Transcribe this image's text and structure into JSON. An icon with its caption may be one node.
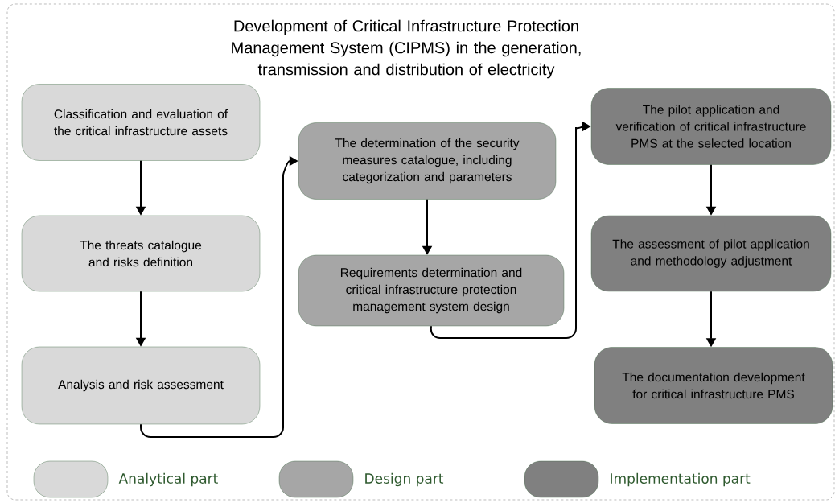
{
  "diagram": {
    "title": "Development of Critical Infrastructure Protection Management System (CIPMS) in the generation, transmission and distribution of electricity",
    "nodes": [
      {
        "text": [
          "Classification and evaluation of the critical infrastructure assets"
        ]
      },
      {
        "text": [
          "The threats catalogue and risks definition"
        ]
      },
      {
        "text": [
          "Analysis and risk assessment"
        ]
      },
      {
        "text": [
          "The determination of the security measures catalogue, including categorization and parameters"
        ]
      },
      {
        "text": [
          "Requirements determination and critical infrastructure protection management system design"
        ]
      },
      {
        "text": [
          "The pilot application and verification of critical infrastructure PMS at the selected location"
        ]
      },
      {
        "text": [
          "The assessment of pilot application and methodology adjustment"
        ]
      },
      {
        "text": [
          "The documentation development for critical infrastructure PMS"
        ]
      }
    ],
    "edges": [
      {
        "from": 0,
        "to": 1,
        "arrow": "to"
      },
      {
        "from": 1,
        "to": 2,
        "arrow": "to"
      },
      {
        "from": 2,
        "to": 3,
        "arrow": "to"
      },
      {
        "from": 3,
        "to": 4,
        "arrow": "to"
      },
      {
        "from": 4,
        "to": 5,
        "arrow": "to"
      },
      {
        "from": 5,
        "to": 6,
        "arrow": "to"
      },
      {
        "from": 6,
        "to": 7,
        "arrow": "to"
      }
    ],
    "legend": [
      {
        "text": "Analytical part",
        "color": "#d9d9d9"
      },
      {
        "text": "Design part",
        "color": "#a6a6a6"
      },
      {
        "text": "Implementation part",
        "color": "#808080"
      }
    ]
  }
}
